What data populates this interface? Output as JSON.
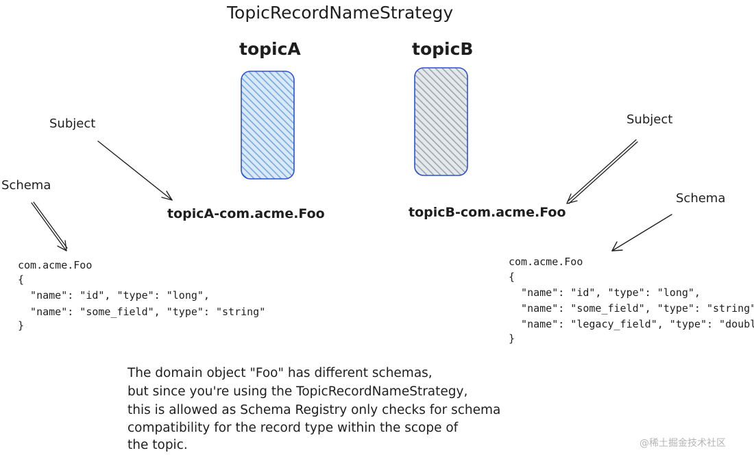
{
  "title": "TopicRecordNameStrategy",
  "topics": [
    {
      "name": "topicA",
      "fill": "#74a9df",
      "stroke": "#2b4fd4"
    },
    {
      "name": "topicB",
      "fill": "#9aa6ac",
      "stroke": "#2b4fd4"
    }
  ],
  "labels": {
    "subject_left": "Subject",
    "subject_right": "Subject",
    "schema_left": "Schema",
    "schema_right": "Schema"
  },
  "subjects": {
    "left": "topicA-com.acme.Foo",
    "right": "topicB-com.acme.Foo"
  },
  "schemas": {
    "left": [
      "com.acme.Foo",
      "{",
      "  \"name\": \"id\", \"type\": \"long\",",
      "  \"name\": \"some_field\", \"type\": \"string\"",
      "}"
    ],
    "right": [
      "com.acme.Foo",
      "{",
      "  \"name\": \"id\", \"type\": \"long\",",
      "  \"name\": \"some_field\", \"type\": \"string\",",
      "  \"name\": \"legacy_field\", \"type\": \"double\"",
      "}"
    ]
  },
  "note": [
    "The domain object \"Foo\" has different schemas,",
    "but since you're using the TopicRecordNameStrategy,",
    "this is allowed as Schema Registry only checks for schema",
    "compatibility for the record type within the scope of",
    "the topic."
  ],
  "watermark": "@稀土掘金技术社区",
  "colors": {
    "ink": "#1e1e1e",
    "box_stroke": "#2b4fd4"
  }
}
